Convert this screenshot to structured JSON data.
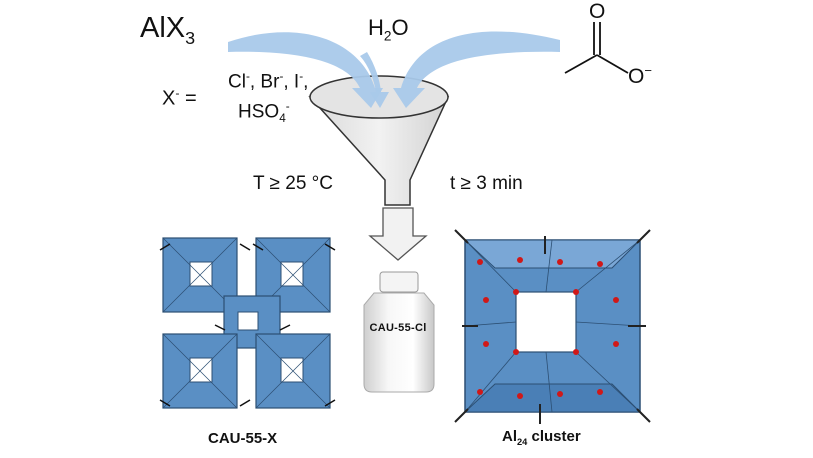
{
  "reagents": {
    "metal_salt": "AlX",
    "metal_salt_sub": "3",
    "water": "H",
    "water_sub": "2",
    "water_tail": "O",
    "anion_label": "X",
    "anion_label_sup": "-",
    "anion_equals": " =",
    "anions_line1": {
      "cl": "Cl",
      "cl_sup": "-",
      "br": ", Br",
      "br_sup": "-",
      "i": ", I",
      "i_sup": "-",
      "tail": ","
    },
    "anions_line2": {
      "base": "HSO",
      "sub": "4",
      "sup": "-"
    },
    "acetate_oxygen_top": "O",
    "acetate_oxygen_right": "O",
    "acetate_charge": "−"
  },
  "conditions": {
    "temperature": "T ≥ 25 °C",
    "time": "t ≥ 3 min"
  },
  "product": {
    "bottle_label": "CAU-55-Cl",
    "framework_caption": "CAU-55-X",
    "cluster_caption_base": "Al",
    "cluster_caption_sub": "24",
    "cluster_caption_tail": " cluster"
  },
  "colors": {
    "arrow_blue": "#a9c9ea",
    "polyhedron_blue": "#5a8fc4",
    "oxygen_red": "#d01818",
    "funnel_fill": "#e8e8e8",
    "outline": "#333333"
  }
}
